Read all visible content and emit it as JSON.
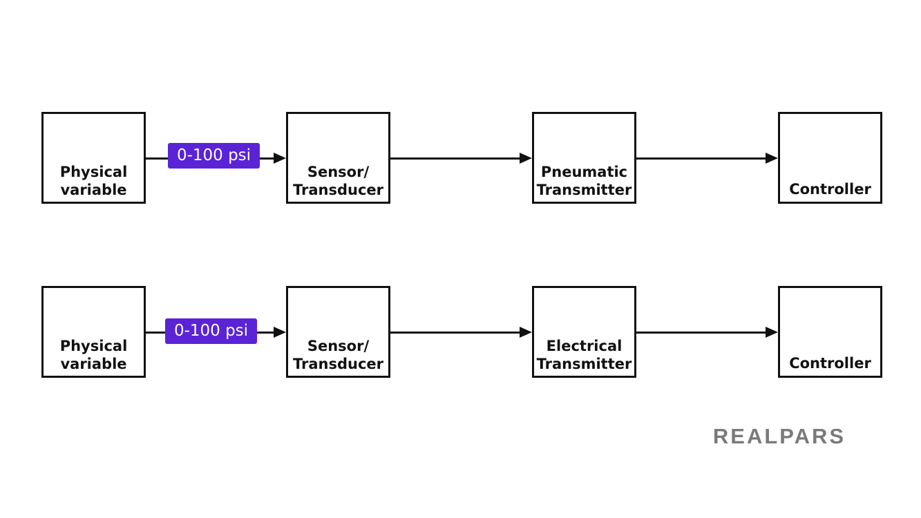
{
  "colors": {
    "badge": "#5b23d6",
    "line": "#111111",
    "logo": "#7a7a7a"
  },
  "rows": [
    {
      "badge": "0-100 psi",
      "boxes": [
        {
          "lines": [
            "Physical",
            "variable"
          ]
        },
        {
          "lines": [
            "Sensor/",
            "Transducer"
          ]
        },
        {
          "lines": [
            "Pneumatic",
            "Transmitter"
          ]
        },
        {
          "lines": [
            "Controller"
          ]
        }
      ]
    },
    {
      "badge": "0-100 psi",
      "boxes": [
        {
          "lines": [
            "Physical",
            "variable"
          ]
        },
        {
          "lines": [
            "Sensor/",
            "Transducer"
          ]
        },
        {
          "lines": [
            "Electrical",
            "Transmitter"
          ]
        },
        {
          "lines": [
            "Controller"
          ]
        }
      ]
    }
  ],
  "logo": {
    "text": "REALPARS",
    "icon": "realpars-wordmark"
  }
}
